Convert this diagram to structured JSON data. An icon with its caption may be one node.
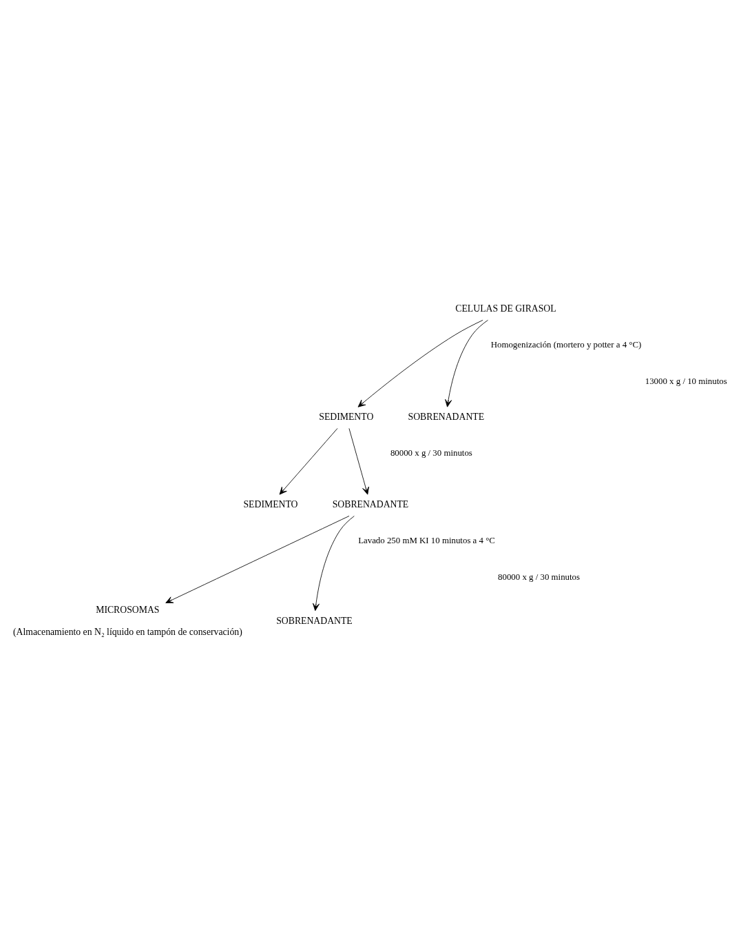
{
  "diagram": {
    "nodes": [
      {
        "text": [
          "CELULAS DE GIRASOL"
        ]
      },
      {
        "text": [
          "SEDIMENTO"
        ]
      },
      {
        "text": [
          "SOBRENADANTE"
        ]
      },
      {
        "text": [
          "SEDIMENTO"
        ]
      },
      {
        "text": [
          "SOBRENADANTE"
        ]
      },
      {
        "text": [
          "MICROSOMAS"
        ],
        "beside": [
          "(Almacenamiento en N₂ líquido en tampón de conservación)"
        ]
      },
      {
        "text": [
          "SOBRENADANTE"
        ]
      }
    ],
    "edges": [
      {
        "from": 0,
        "to": 1,
        "arrow": "to"
      },
      {
        "from": 0,
        "to": 2,
        "arrow": "to"
      },
      {
        "from": 1,
        "to": 3,
        "arrow": "to"
      },
      {
        "from": 1,
        "to": 4,
        "arrow": "to"
      },
      {
        "from": 4,
        "to": 5,
        "arrow": "to"
      },
      {
        "from": 4,
        "to": 6,
        "arrow": "to"
      }
    ],
    "labels": [
      "Homogenización (mortero y potter a 4 °C)",
      "13000 x g / 10 minutos",
      "80000 x g / 30 minutos",
      "Lavado 250 mM KI 10 minutos a 4 °C",
      "80000 x g / 30 minutos"
    ]
  }
}
